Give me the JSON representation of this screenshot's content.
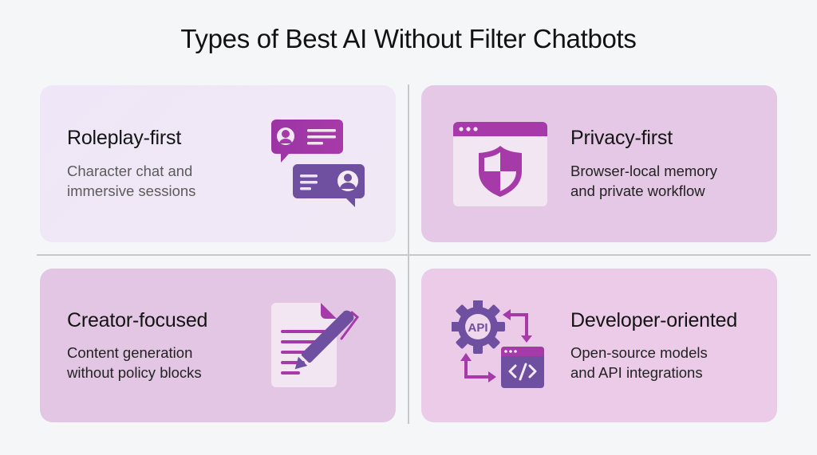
{
  "title": "Types of Best AI Without Filter Chatbots",
  "colors": {
    "background": "#f4f6f8",
    "magenta": "#a63aa8",
    "violet": "#6d4c9f",
    "card_roleplay": "#efe7f7",
    "card_privacy": "#e5c8e5",
    "card_creator": "#e3c6e4",
    "card_developer": "#ebcbe8",
    "divider": "#c8c9cc"
  },
  "cards": [
    {
      "id": "roleplay",
      "title": "Roleplay-first",
      "desc_line1": "Character chat and",
      "desc_line2": "immersive sessions",
      "icon": "chat-bubbles-icon"
    },
    {
      "id": "privacy",
      "title": "Privacy-first",
      "desc_line1": "Browser-local memory",
      "desc_line2": "and private workflow",
      "icon": "browser-shield-icon"
    },
    {
      "id": "creator",
      "title": "Creator-focused",
      "desc_line1": "Content generation",
      "desc_line2": "without policy blocks",
      "icon": "document-pen-icon"
    },
    {
      "id": "developer",
      "title": "Developer-oriented",
      "desc_line1": "Open-source models",
      "desc_line2": "and API integrations",
      "icon": "api-gear-code-icon",
      "icon_label": "API"
    }
  ]
}
